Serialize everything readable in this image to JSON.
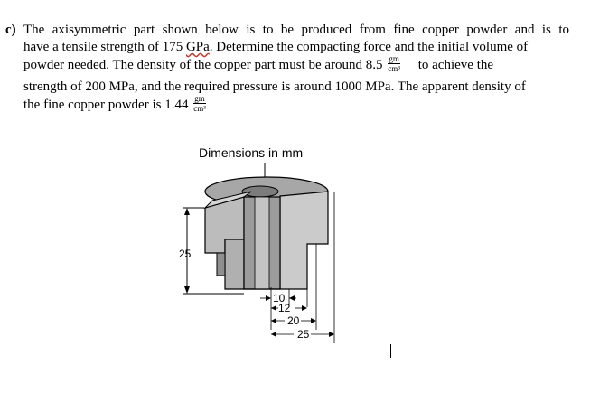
{
  "problem": {
    "label": "c)",
    "line1": "The axisymmetric part shown below is to be produced from fine copper powder and is to",
    "line2a": "have a tensile strength of 175 ",
    "line2_gpa": "GPa",
    "line2b": ". Determine the compacting force and the initial volume of",
    "line3a": "powder needed. The density of the copper part must be around 8.5",
    "line3b": "to achieve the",
    "line4": "strength of 200 MPa, and the required pressure is around 1000 MPa. The apparent density of",
    "line5a": "the fine copper powder is 1.44",
    "unit_num": "gm",
    "unit_den": "cm³"
  },
  "figure": {
    "title": "Dimensions in mm",
    "height_label": "25",
    "dim_10": "10",
    "dim_12": "12",
    "dim_20": "20",
    "dim_25": "25"
  }
}
